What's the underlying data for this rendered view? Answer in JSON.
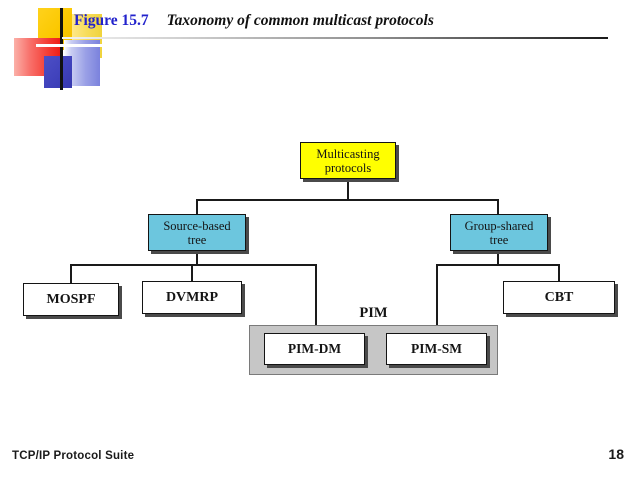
{
  "header": {
    "figure_number": "Figure 15.7",
    "caption": "Taxonomy of common multicast protocols",
    "figure_number_color": "#2222cc",
    "rule_color_end": "#1a1a1a"
  },
  "logo": {
    "name": "publisher-logo",
    "colors": {
      "yellow": "#fbc800",
      "red": "#f43b33",
      "blue": "#3f41bb",
      "bar": "#111111"
    }
  },
  "diagram": {
    "type": "taxonomy-tree",
    "root": {
      "id": "multicasting-protocols",
      "label": "Multicasting\nprotocols",
      "line1": "Multicasting",
      "line2": "protocols",
      "fill": "#ffff00"
    },
    "level2": [
      {
        "id": "source-based-tree",
        "label": "Source-based tree",
        "line1": "Source-based",
        "line2": "tree",
        "fill": "#6cc6de"
      },
      {
        "id": "group-shared-tree",
        "label": "Group-shared tree",
        "line1": "Group-shared",
        "line2": "tree",
        "fill": "#6cc6de"
      }
    ],
    "leaves": [
      {
        "id": "mospf",
        "label": "MOSPF",
        "fill": "#ffffff",
        "parent": "source-based-tree"
      },
      {
        "id": "dvmrp",
        "label": "DVMRP",
        "fill": "#ffffff",
        "parent": "source-based-tree"
      },
      {
        "id": "pim-dm",
        "label": "PIM-DM",
        "fill": "#ffffff",
        "parent": "source-based-tree"
      },
      {
        "id": "pim-sm",
        "label": "PIM-SM",
        "fill": "#ffffff",
        "parent": "group-shared-tree"
      },
      {
        "id": "cbt",
        "label": "CBT",
        "fill": "#ffffff",
        "parent": "group-shared-tree"
      }
    ],
    "group": {
      "id": "pim",
      "label": "PIM",
      "fill": "#c6c6c6",
      "members": [
        "PIM-DM",
        "PIM-SM"
      ]
    }
  },
  "footer": {
    "title": "TCP/IP Protocol Suite",
    "page_number": "18"
  }
}
